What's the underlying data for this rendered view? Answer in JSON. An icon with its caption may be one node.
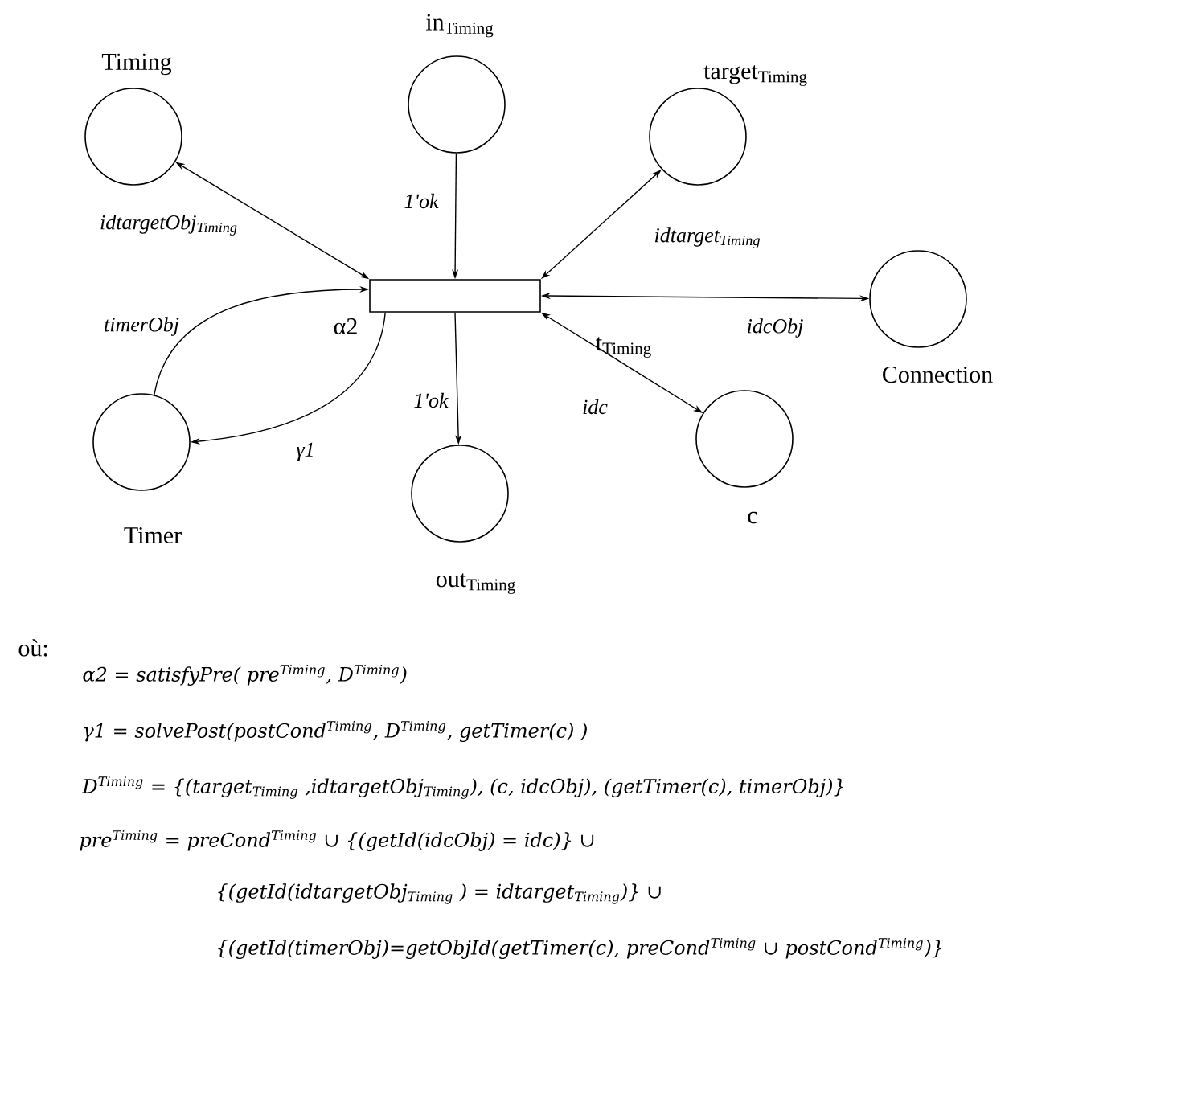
{
  "diagram": {
    "nodes": [
      {
        "text": [
          "Timing"
        ]
      },
      {
        "text": [
          "in$_{Timing}$"
        ]
      },
      {
        "text": [
          "target$_{Timing}$"
        ]
      },
      {
        "text": [
          "t$_{Timing}$"
        ]
      },
      {
        "text": [
          "Connection"
        ]
      },
      {
        "text": [
          "Timer"
        ]
      },
      {
        "text": [
          "out$_{Timing}$"
        ]
      },
      {
        "text": [
          "c"
        ]
      }
    ],
    "edges": [
      {
        "from": 3,
        "to": 0,
        "arrow": "both",
        "label": "idtargetObj$_{Timing}$"
      },
      {
        "from": 1,
        "to": 3,
        "arrow": "to",
        "label": "1'ok"
      },
      {
        "from": 3,
        "to": 2,
        "arrow": "both",
        "label": "idtarget$_{Timing}$"
      },
      {
        "from": 3,
        "to": 4,
        "arrow": "both",
        "label": "idcObj"
      },
      {
        "from": 5,
        "to": 3,
        "arrow": "to",
        "label": "timerObj"
      },
      {
        "from": 3,
        "to": 5,
        "arrow": "to",
        "label": "γ1"
      },
      {
        "from": 3,
        "to": 6,
        "arrow": "to",
        "label": "1'ok"
      },
      {
        "from": 3,
        "to": 7,
        "arrow": "both",
        "label": "idc"
      }
    ],
    "labels": [
      "α2",
      "où:",
      "α2 = satisfyPre( pre$^{Timing}$, D$^{Timing}$)",
      "γ1 = solvePost(postCond$^{Timing}$, D$^{Timing}$, getTimer(c) )",
      "D$^{Timing}$ = {(target$_{Timing}$ ,idtargetObj$_{Timing}$), (c, idcObj), (getTimer(c), timerObj)}",
      "pre$^{Timing}$ = preCond$^{Timing}$ ∪ {(getId(idcObj) = idc)} ∪",
      "{(getId(idtargetObj$_{Timing}$ ) = idtarget$_{Timing}$)} ∪",
      "{(getId(timerObj)=getObjId(getTimer(c), preCond$^{Timing}$ ∪ postCond$^{Timing}$)}"
    ]
  }
}
